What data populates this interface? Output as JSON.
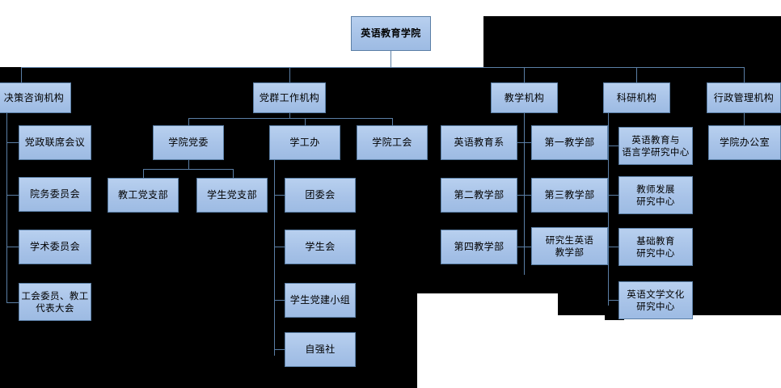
{
  "chart_meta": {
    "type": "org-chart",
    "title": "英语教育学院",
    "canvas_background": "#000000",
    "page_background": "#ffffff",
    "node_fill": "#a8c3e8",
    "node_border": "#5b7fa6",
    "connector_color": "#5b7fa6",
    "text_color": "#000000"
  },
  "root": {
    "label": "英语教育学院"
  },
  "branches": [
    {
      "key": "decision",
      "label": "决策咨询机构",
      "children": [
        {
          "label": "党政联席会议"
        },
        {
          "label": "院务委员会"
        },
        {
          "label": "学术委员会"
        },
        {
          "label": "工会委员、教工\n代表大会"
        }
      ]
    },
    {
      "key": "party",
      "label": "党群工作机构",
      "children": [
        {
          "label": "学院党委",
          "children": [
            {
              "label": "教工党支部"
            },
            {
              "label": "学生党支部"
            }
          ]
        },
        {
          "label": "学工办",
          "children": [
            {
              "label": "团委会"
            },
            {
              "label": "学生会"
            },
            {
              "label": "学生党建小组"
            },
            {
              "label": "自强社"
            }
          ]
        },
        {
          "label": "学院工会"
        }
      ]
    },
    {
      "key": "teaching",
      "label": "教学机构",
      "children": [
        {
          "label": "英语教育系"
        },
        {
          "label": "第一教学部"
        },
        {
          "label": "第二教学部"
        },
        {
          "label": "第三教学部"
        },
        {
          "label": "第四教学部"
        },
        {
          "label": "研究生英语\n教学部"
        }
      ]
    },
    {
      "key": "research",
      "label": "科研机构",
      "children": [
        {
          "label": "英语教育与\n语言学研究中心"
        },
        {
          "label": "教师发展\n研究中心"
        },
        {
          "label": "基础教育\n研究中心"
        },
        {
          "label": "英语文学文化\n研究中心"
        }
      ]
    },
    {
      "key": "admin",
      "label": "行政管理机构",
      "children": [
        {
          "label": "学院办公室"
        }
      ]
    }
  ]
}
